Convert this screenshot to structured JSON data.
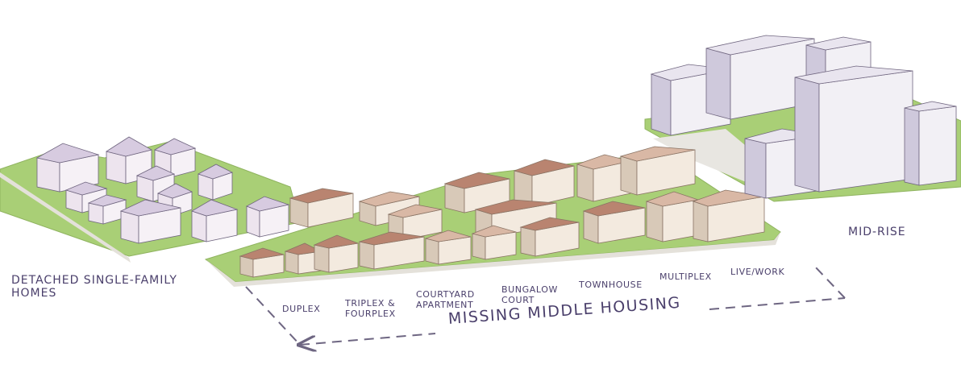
{
  "labels": {
    "detached": {
      "line1": "DETACHED SINGLE-FAMILY",
      "line2": "HOMES"
    },
    "mid_rise": "MID-RISE",
    "missing_middle": "MISSING MIDDLE HOUSING",
    "types": {
      "duplex": "DUPLEX",
      "triplex": {
        "line1": "TRIPLEX &",
        "line2": "FOURPLEX"
      },
      "courtyard": {
        "line1": "COURTYARD",
        "line2": "APARTMENT"
      },
      "bungalow": {
        "line1": "BUNGALOW",
        "line2": "COURT"
      },
      "townhouse": "TOWNHOUSE",
      "multiplex": "MULTIPLEX",
      "live_work": "LIVE/WORK"
    }
  },
  "colors": {
    "label_text": "#4a3f6b",
    "grass": "#a9cf76",
    "road": "#e4e1da",
    "building_light": "#f3eadf",
    "building_shadow": "#d8c9b8",
    "roof_brown": "#b98470",
    "roof_pink": "#d9b8a5",
    "midrise_light": "#f2f0f5",
    "midrise_shadow": "#cfc9dc",
    "midrise_roof": "#e9e5ef",
    "bracket": "#6e6682"
  }
}
